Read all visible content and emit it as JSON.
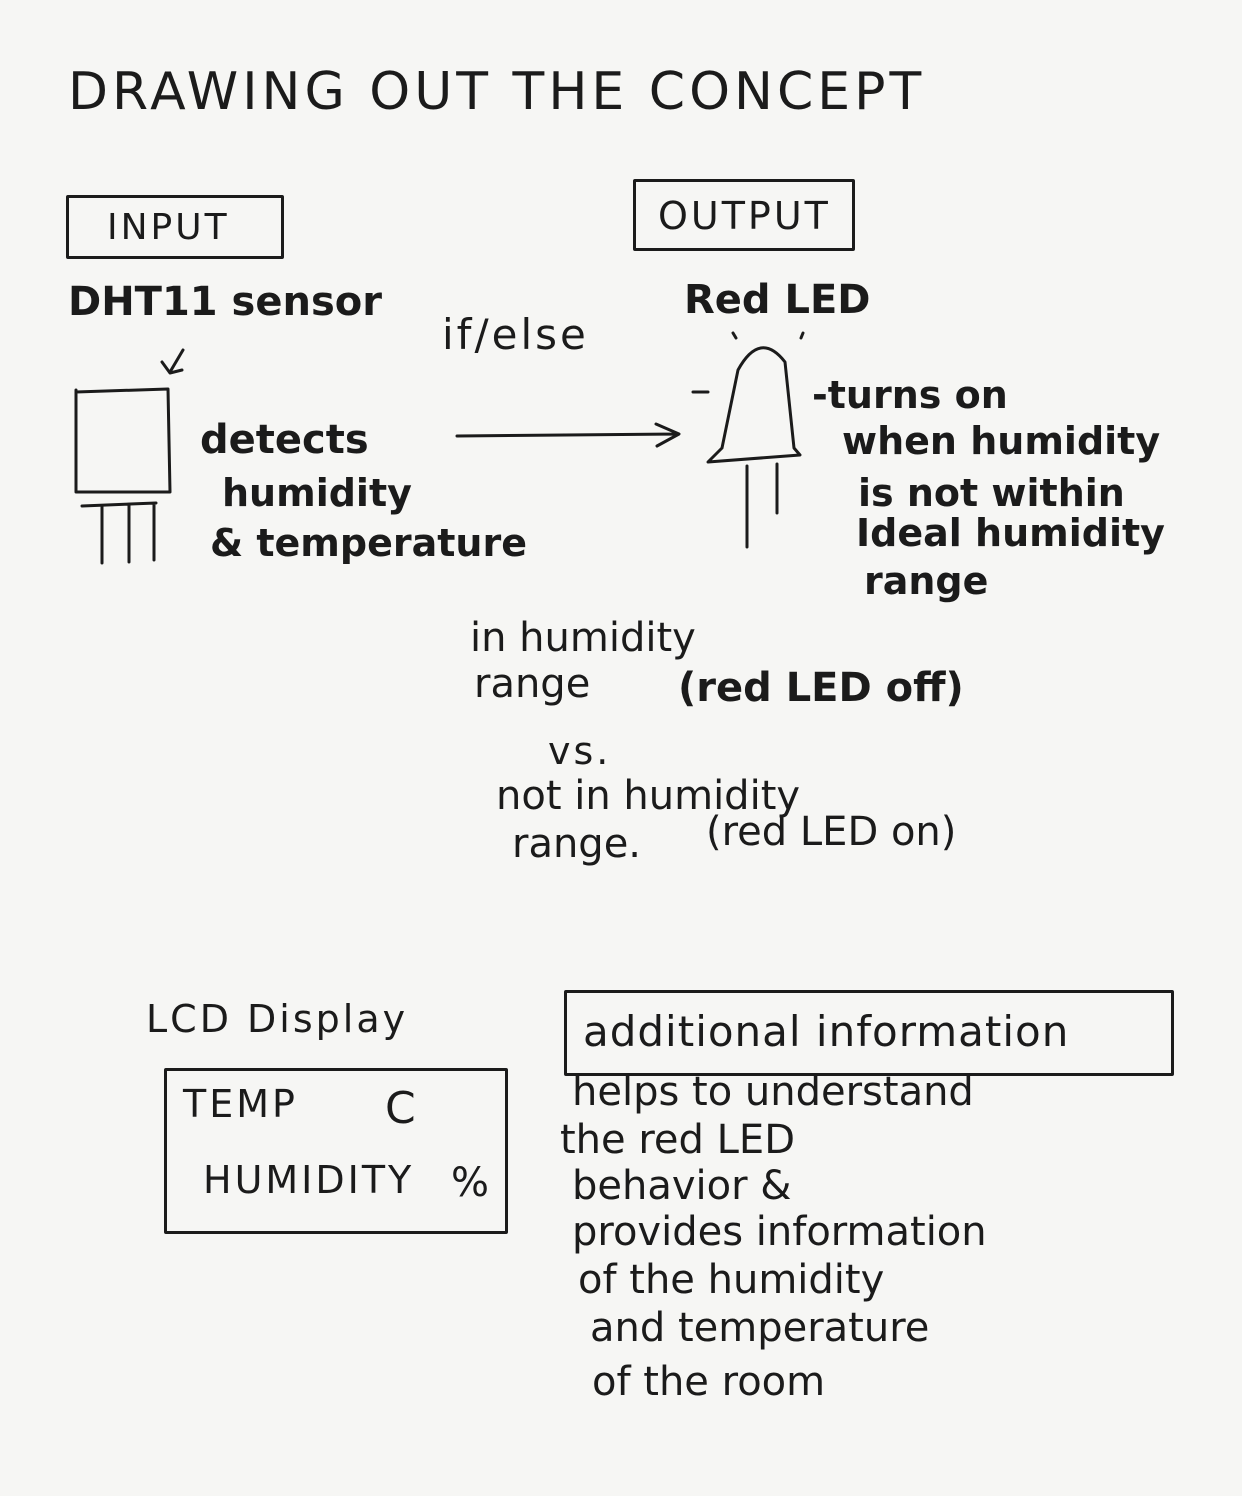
{
  "title": "DRAWING OUT THE CONCEPT",
  "input": {
    "heading": "INPUT",
    "component": "DHT11 sensor",
    "description": [
      "detects",
      "humidity",
      "& temperature"
    ]
  },
  "logic": {
    "label": "if/else"
  },
  "output": {
    "heading": "OUTPUT",
    "component": "Red LED",
    "description": [
      "-turns on",
      "when humidity",
      "is not within",
      "Ideal humidity",
      "range"
    ]
  },
  "states": {
    "in_range": [
      "in humidity",
      "range"
    ],
    "in_range_note": "(red LED off)",
    "vs": "vs.",
    "out_range": [
      "not in humidity",
      "range."
    ],
    "out_range_note": "(red LED on)"
  },
  "lcd": {
    "heading": "LCD Display",
    "line1_label": "TEMP",
    "line1_unit": "C",
    "line2_label": "HUMIDITY",
    "line2_unit": "%"
  },
  "additional": {
    "heading": "additional information",
    "lines": [
      "helps to understand",
      "the red LED",
      "behavior &",
      "provides information",
      "of the humidity",
      "and temperature",
      "of the room"
    ]
  }
}
